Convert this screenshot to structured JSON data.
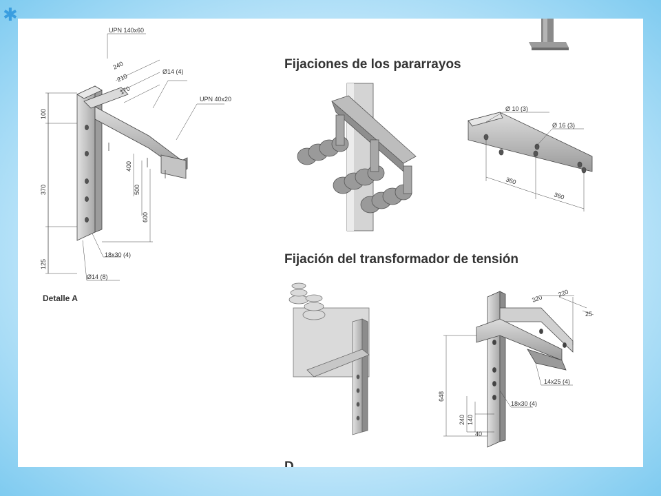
{
  "headings": {
    "pararrayos": "Fijaciones de los pararrayos",
    "transformador": "Fijación del transformador de tensión",
    "detalle": "Detalle A",
    "cut_letter": "D"
  },
  "drawing_a": {
    "upn_top": "UPN 140x60",
    "upn_side": "UPN 40x20",
    "d240": "240",
    "d210": "210",
    "d170": "170",
    "hole14_4": "Ø14 (4)",
    "d100": "100",
    "d370": "370",
    "d125": "125",
    "d400": "400",
    "d500": "500",
    "d600": "600",
    "slot18x30": "18x30 (4)",
    "hole14_8": "Ø14 (8)"
  },
  "drawing_b": {
    "hole10": "Ø 10 (3)",
    "hole16": "Ø 16 (3)",
    "d360a": "360",
    "d360b": "360"
  },
  "drawing_c": {
    "d320": "320",
    "d220": "220",
    "d25": "25",
    "d648": "648",
    "d240": "240",
    "d140": "140",
    "d40": "40",
    "slot14x25": "14x25 (4)",
    "slot18x30": "18x30 (4)"
  },
  "colors": {
    "background": "#a8dcf6",
    "slide": "#ffffff",
    "metal": "#c9c9c9",
    "metal_dark": "#8f8f8f",
    "text": "#333333",
    "star": "#3a9ee0"
  },
  "icons": {
    "corner": "star-icon"
  }
}
